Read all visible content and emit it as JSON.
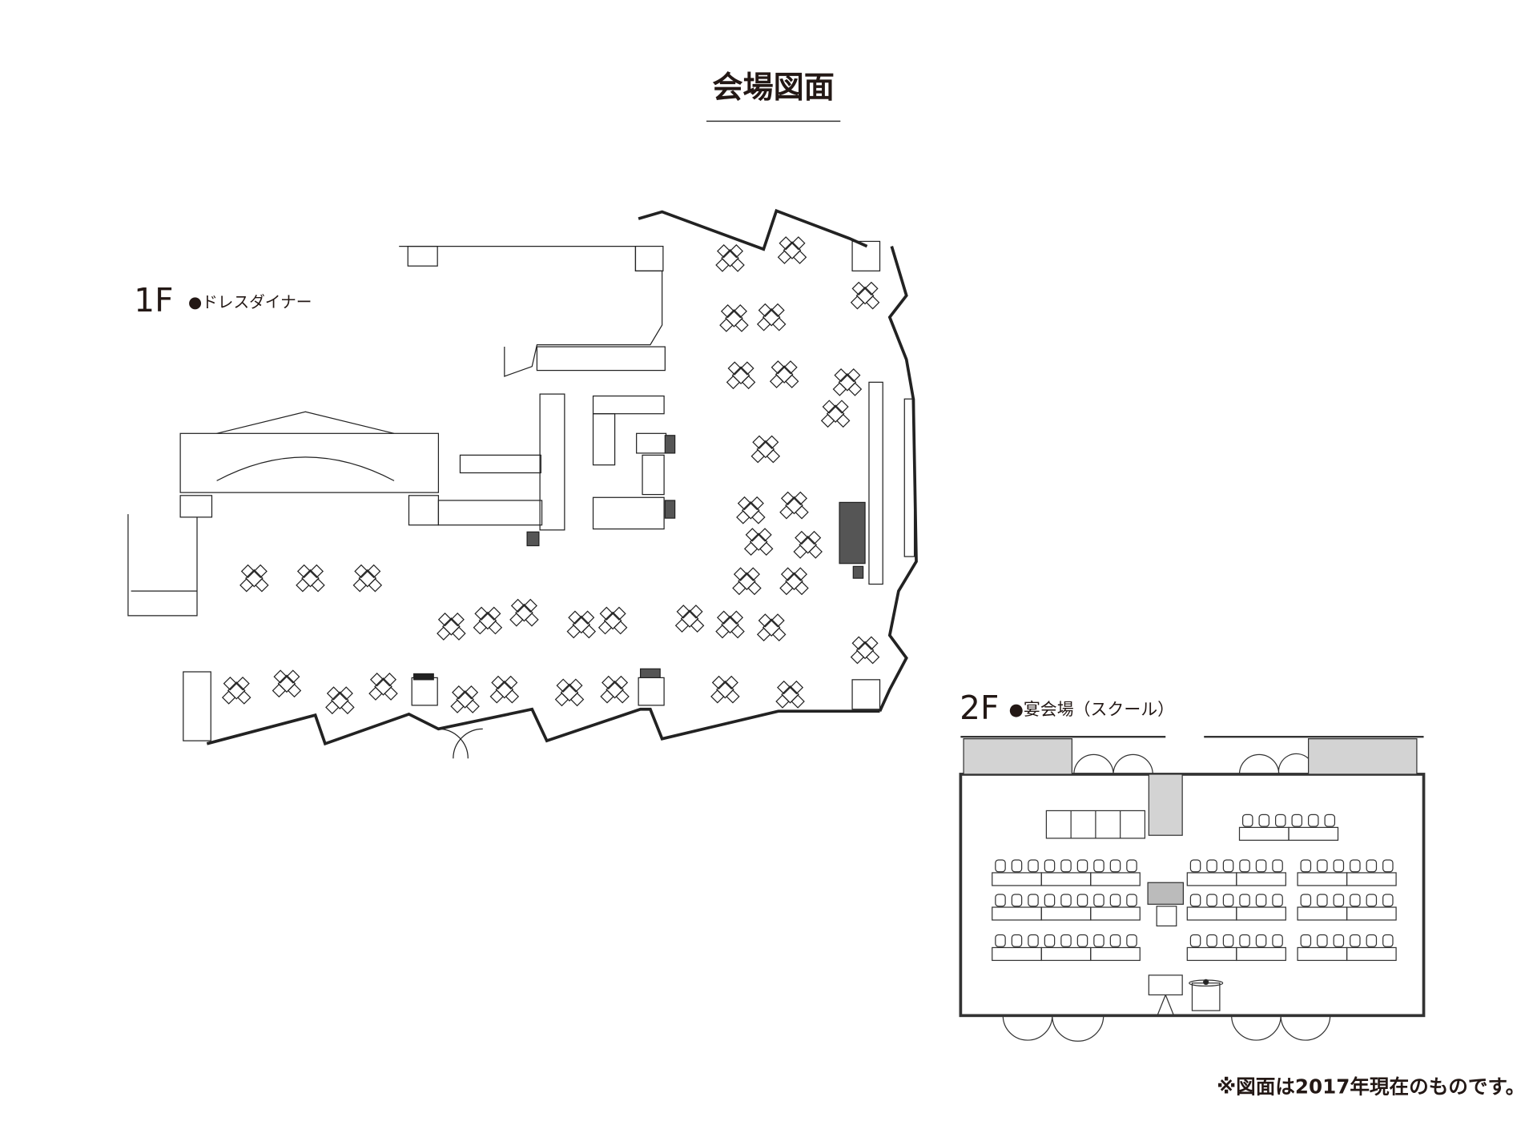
{
  "title": "会場図面",
  "floor1": {
    "level": "1F",
    "name": "●ドレスダイナー"
  },
  "floor2": {
    "level": "2F",
    "name": "●宴会場（スクール）"
  },
  "footnote": "※図面は2017年現在のものです。",
  "colors": {
    "ink": "#231815",
    "wall_fill": "#d3d3d3",
    "dark_fill": "#555555"
  }
}
